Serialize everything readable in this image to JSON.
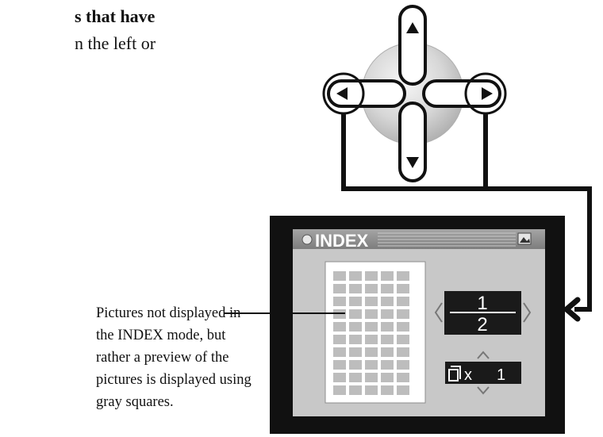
{
  "intro": {
    "line1": "s that have",
    "line2": "n the left or"
  },
  "screen": {
    "mode_title": "INDEX",
    "counter_top": "1",
    "counter_bottom": "2",
    "multiplier_label": "x",
    "multiplier_value": "1"
  },
  "caption": {
    "lines": [
      "Pictures not displayed in",
      "the INDEX mode, but",
      "rather a preview of the",
      "pictures is displayed using",
      "gray squares."
    ]
  },
  "icons": {
    "dpad": "four-way-dpad-icon",
    "left": "left-arrow-icon",
    "right": "right-arrow-icon",
    "up": "up-arrow-icon",
    "down": "down-arrow-icon",
    "pointer": "bold-return-arrow-icon"
  },
  "colors": {
    "lcd_bezel": "#111111",
    "lcd_background": "#c8c8c8",
    "title_bar": "#8a8a8a",
    "grid_square": "#bdbdbd",
    "counter_box": "#1a1a1a"
  }
}
